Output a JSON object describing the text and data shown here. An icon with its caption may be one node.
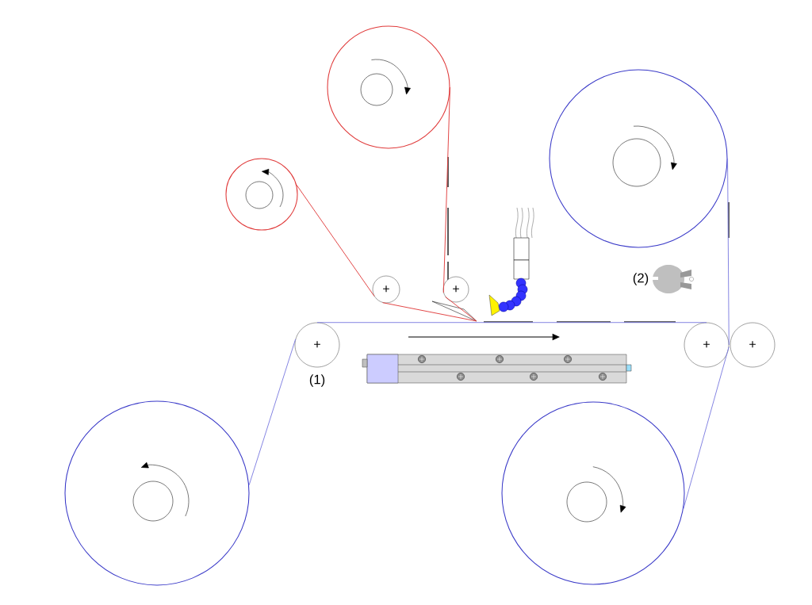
{
  "diagram": {
    "nodes": [
      {
        "text": [],
        "shape": "circle"
      },
      {
        "text": [],
        "shape": "circle"
      },
      {
        "text": [],
        "shape": "circle"
      },
      {
        "text": [
          "+"
        ]
      },
      {
        "text": [
          "+"
        ]
      },
      {
        "text": [
          "+"
        ]
      },
      {
        "text": [
          "+"
        ]
      },
      {
        "text": [
          "+"
        ]
      },
      {
        "text": [],
        "shape": "circle"
      },
      {
        "text": [],
        "shape": "circle"
      },
      {
        "text": [],
        "shape": "triangle"
      }
    ],
    "edges": [
      {
        "from": 0,
        "to": 4,
        "arrow": "none",
        "color": "#e03a3a"
      },
      {
        "from": 4,
        "to": 10,
        "arrow": "none",
        "color": "#e03a3a"
      },
      {
        "from": 10,
        "to": 3,
        "arrow": "none",
        "color": "#e03a3a"
      },
      {
        "from": 3,
        "to": 1,
        "arrow": "none",
        "color": "#e03a3a"
      },
      {
        "from": 8,
        "to": 5,
        "arrow": "none",
        "color": "#7c7ce0"
      },
      {
        "from": 5,
        "to": 6,
        "arrow": "none",
        "color": "#7c7ce0"
      },
      {
        "from": 6,
        "to": 2,
        "arrow": "none",
        "color": "#7c7ce0"
      },
      {
        "from": 6,
        "to": 9,
        "arrow": "none",
        "color": "#7c7ce0"
      }
    ],
    "labels": [
      "(1)",
      "(2)"
    ]
  }
}
